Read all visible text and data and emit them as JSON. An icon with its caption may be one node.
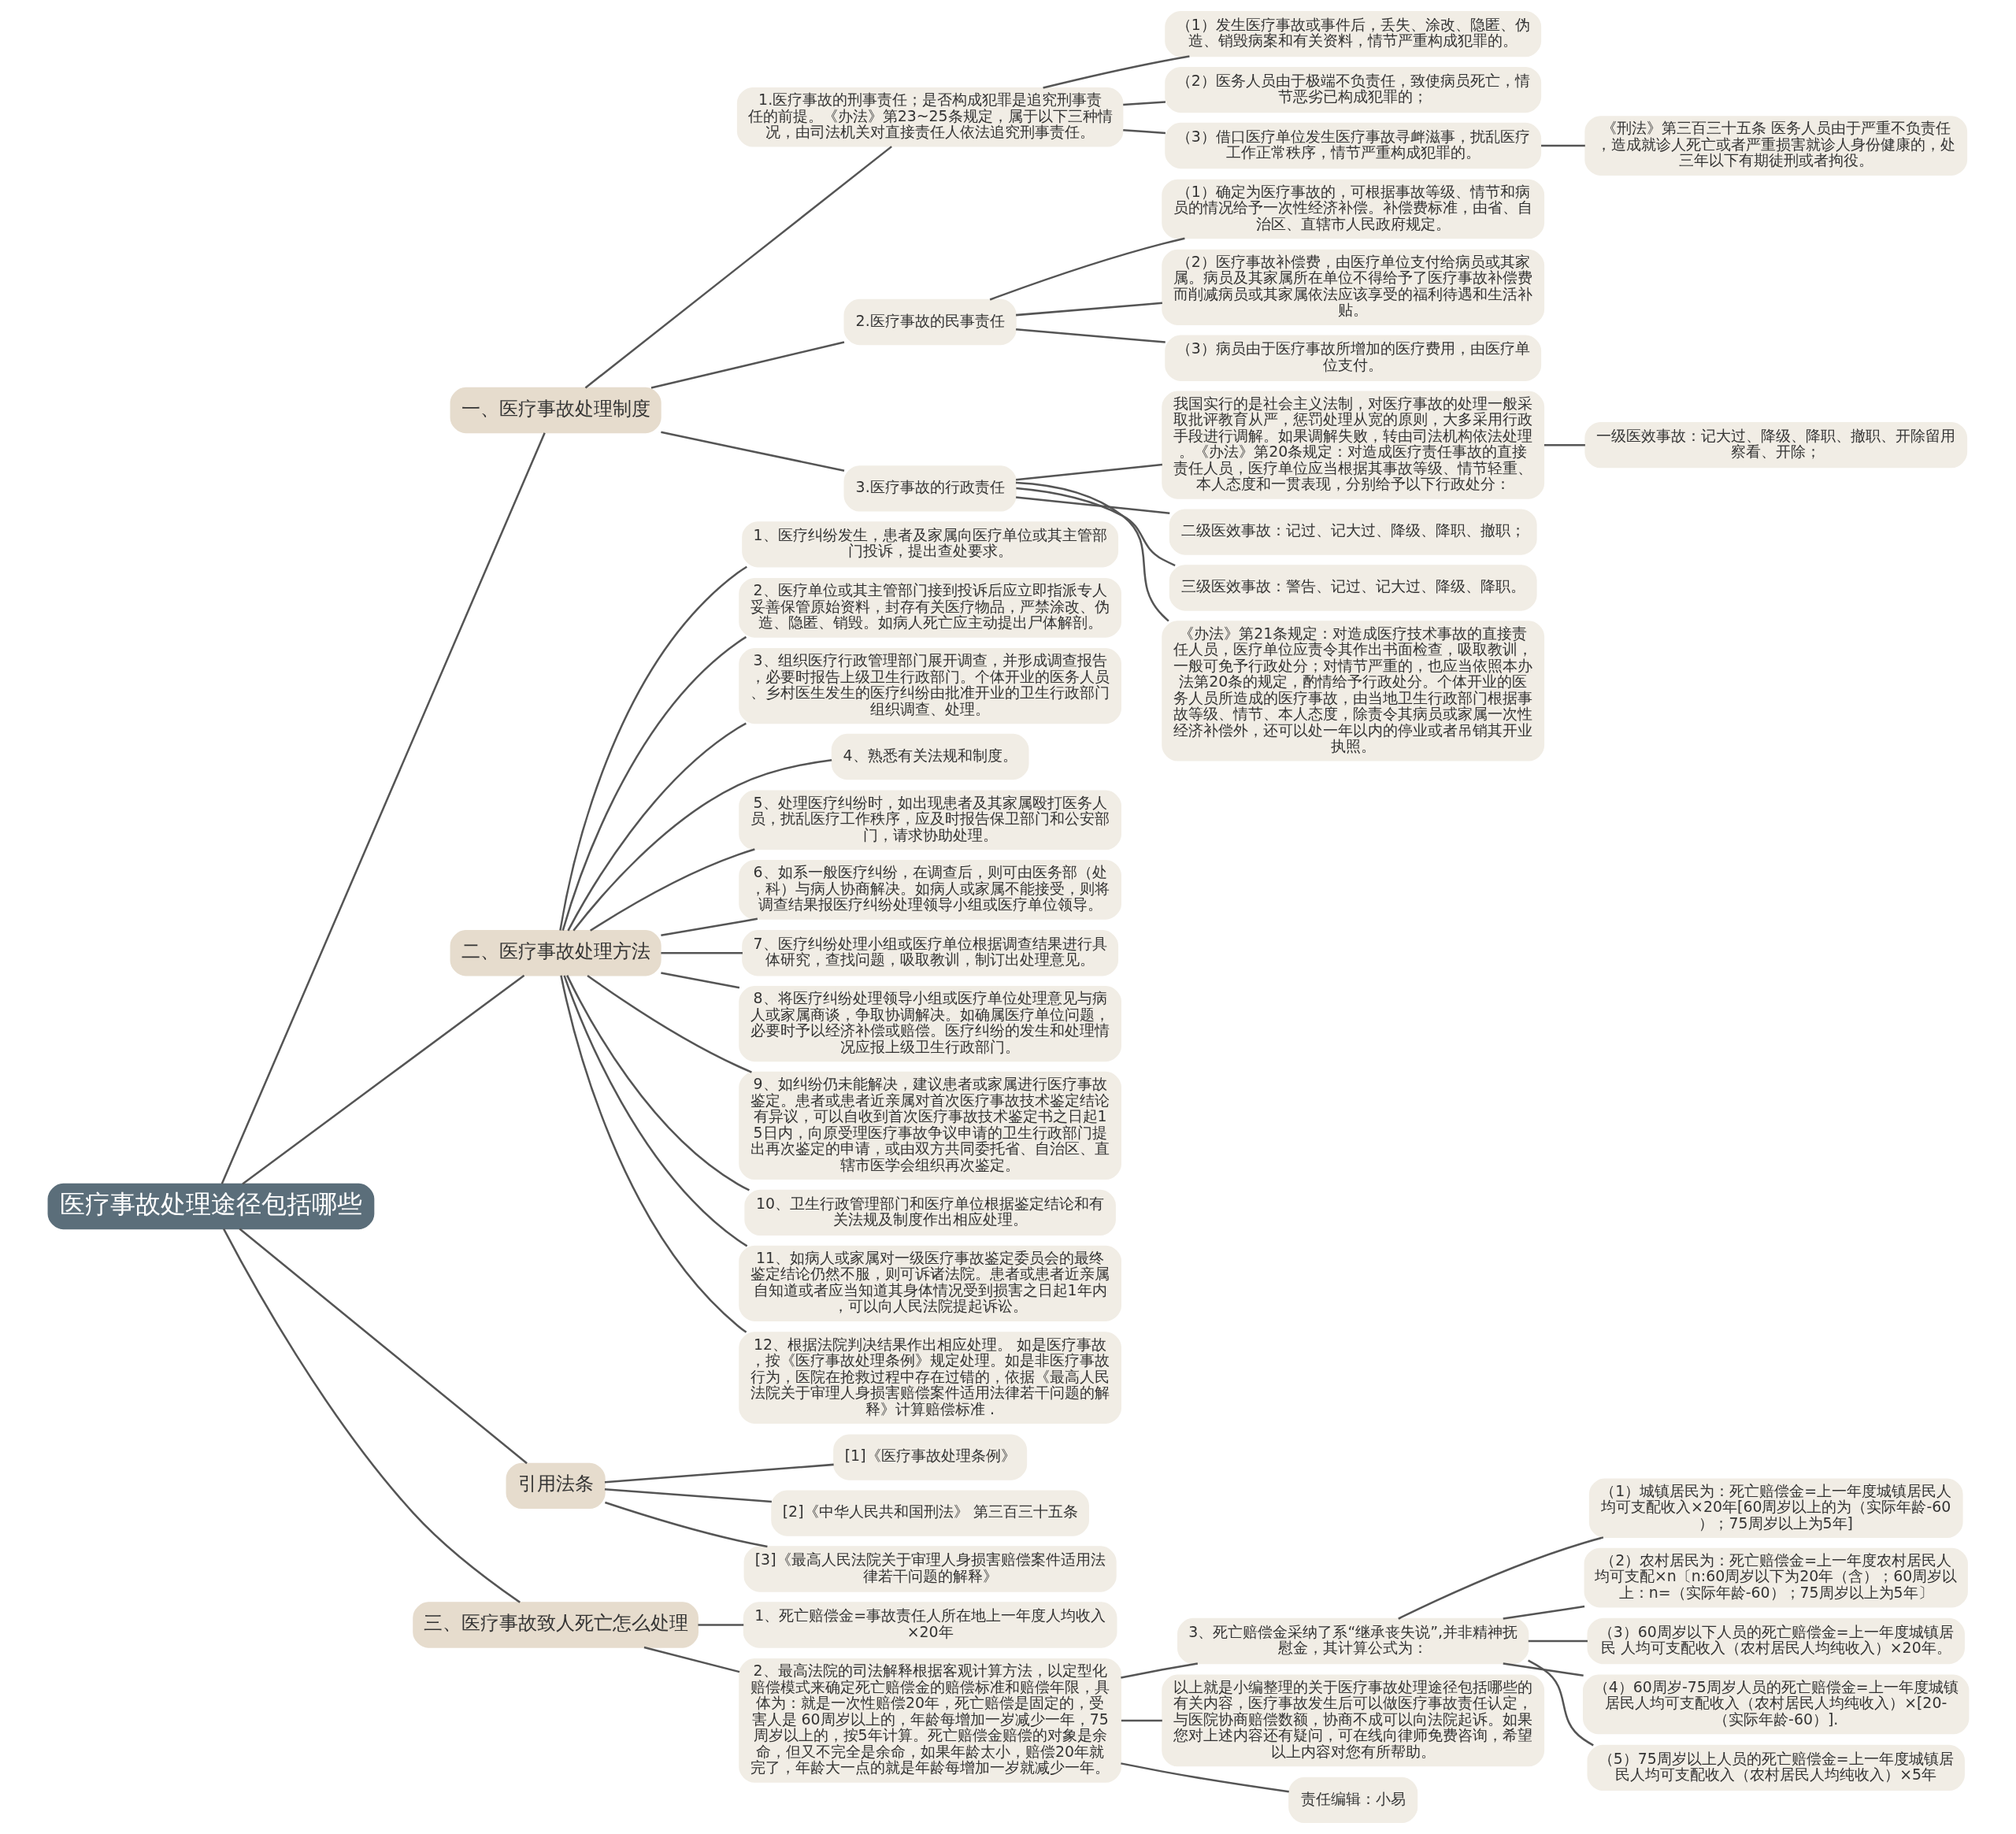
{
  "diagram": {
    "nodes": [
      {
        "text": [
          "医疗事故处理途径包括哪些"
        ]
      },
      {
        "text": [
          "一、医疗事故处理制度"
        ]
      },
      {
        "text": [
          "1.医疗事故的刑事责任；是否构成犯罪是追究刑事责任的前提。《办法》第23~25条规定，属于以下三种情况，由司法机关对直接责任人依法追究刑事责任。"
        ]
      },
      {
        "text": [
          "（1）发生医疗事故或事件后，丢失、涂改、隐匿、伪造、销毁病案和有关资料，情节严重构成犯罪的。"
        ]
      },
      {
        "text": [
          "（2）医务人员由于极端不负责任，致使病员死亡，情节恶劣已构成犯罪的；"
        ]
      },
      {
        "text": [
          "（3）借口医疗单位发生医疗事故寻衅滋事，扰乱医疗工作正常秩序，情节严重构成犯罪的。"
        ]
      },
      {
        "text": [
          "《刑法》第三百三十五条 医务人员由于严重不负责任，造成就诊人死亡或者严重损害就诊人身份健康的，处三年以下有期徒刑或者拘役。"
        ]
      },
      {
        "text": [
          "2.医疗事故的民事责任"
        ]
      },
      {
        "text": [
          "（1）确定为医疗事故的，可根据事故等级、情节和病员的情况给予一次性经济补偿。补偿费标准，由省、自治区、直辖市人民政府规定。"
        ]
      },
      {
        "text": [
          "（2）医疗事故补偿费，由医疗单位支付给病员或其家属。病员及其家属所在单位不得给予了医疗事故补偿费而削减病员或其家属依法应该享受的福利待遇和生活补贴。"
        ]
      },
      {
        "text": [
          "（3）病员由于医疗事故所增加的医疗费用，由医疗单位支付。"
        ]
      },
      {
        "text": [
          "3.医疗事故的行政责任"
        ]
      },
      {
        "text": [
          "我国实行的是社会主义法制，对医疗事故的处理一般采取批评教育从严，惩罚处理从宽的原则，大多采用行政手段进行调解。如果调解失败，转由司法机构依法处理。《办法》第20条规定：对造成医疗责任事故的直接责任人员，医疗单位应当根据其事故等级、情节轻重、本人态度和一贯表现，分别给予以下行政处分："
        ]
      },
      {
        "text": [
          "一级医效事故：记大过、降级、降职、撤职、开除留用察看、开除；"
        ]
      },
      {
        "text": [
          "二级医效事故：记过、记大过、降级、降职、撤职；"
        ]
      },
      {
        "text": [
          "三级医效事故：警告、记过、记大过、降级、降职。"
        ]
      },
      {
        "text": [
          "《办法》第21条规定：对造成医疗技术事故的直接责任人员，医疗单位应责令其作出书面检查，吸取教训，一般可免予行政处分；对情节严重的，也应当依照本办法第20条的规定，酌情给予行政处分。个体开业的医务人员所造成的医疗事故，由当地卫生行政部门根据事故等级、情节、本人态度，除责令其病员或家属一次性经济补偿外，还可以处一年以内的停业或者吊销其开业执照。"
        ]
      },
      {
        "text": [
          "二、医疗事故处理方法"
        ]
      },
      {
        "text": [
          "1、医疗纠纷发生，患者及家属向医疗单位或其主管部门投诉，提出查处要求。"
        ]
      },
      {
        "text": [
          "2、医疗单位或其主管部门接到投诉后应立即指派专人妥善保管原始资料，封存有关医疗物品，严禁涂改、伪造、隐匿、销毁。如病人死亡应主动提出尸体解剖。"
        ]
      },
      {
        "text": [
          "3、组织医疗行政管理部门展开调查，并形成调查报告，必要时报告上级卫生行政部门。个体开业的医务人员、乡村医生发生的医疗纠纷由批准开业的卫生行政部门组织调查、处理。"
        ]
      },
      {
        "text": [
          "4、熟悉有关法规和制度。"
        ]
      },
      {
        "text": [
          "5、处理医疗纠纷时，如出现患者及其家属殴打医务人员，扰乱医疗工作秩序，应及时报告保卫部门和公安部门，请求协助处理。"
        ]
      },
      {
        "text": [
          "6、如系一般医疗纠纷，在调查后，则可由医务部（处，科）与病人协商解决。如病人或家属不能接受，则将调查结果报医疗纠纷处理领导小组或医疗单位领导。"
        ]
      },
      {
        "text": [
          "7、医疗纠纷处理小组或医疗单位根据调查结果进行具体研究，查找问题，吸取教训，制订出处理意见。"
        ]
      },
      {
        "text": [
          "8、将医疗纠纷处理领导小组或医疗单位处理意见与病人或家属商谈，争取协调解决。如确属医疗单位问题，必要时予以经济补偿或赔偿。医疗纠纷的发生和处理情况应报上级卫生行政部门。"
        ]
      },
      {
        "text": [
          "9、如纠纷仍未能解决，建议患者或家属进行医疗事故鉴定。患者或患者近亲属对首次医疗事故技术鉴定结论有异议，可以自收到首次医疗事故技术鉴定书之日起15日内，向原受理医疗事故争议申请的卫生行政部门提出再次鉴定的申请，或由双方共同委托省、自治区、直辖市医学会组织再次鉴定。"
        ]
      },
      {
        "text": [
          "10、卫生行政管理部门和医疗单位根据鉴定结论和有关法规及制度作出相应处理。"
        ]
      },
      {
        "text": [
          "11、如病人或家属对一级医疗事故鉴定委员会的最终鉴定结论仍然不服，则可诉诸法院。患者或患者近亲属自知道或者应当知道其身体情况受到损害之日起1年内，可以向人民法院提起诉讼。"
        ]
      },
      {
        "text": [
          "12、根据法院判决结果作出相应处理。 如是医疗事故，按《医疗事故处理条例》规定处理。如是非医疗事故行为，医院在抢救过程中存在过错的，依据《最高人民法院关于审理人身损害赔偿案件适用法律若干问题的解释》计算赔偿标准 ."
        ]
      },
      {
        "text": [
          "引用法条"
        ]
      },
      {
        "text": [
          "[1]《医疗事故处理条例》"
        ]
      },
      {
        "text": [
          "[2]《中华人民共和国刑法》 第三百三十五条"
        ]
      },
      {
        "text": [
          "[3]《最高人民法院关于审理人身损害赔偿案件适用法律若干问题的解释》"
        ]
      },
      {
        "text": [
          "三、医疗事故致人死亡怎么处理"
        ]
      },
      {
        "text": [
          "1、死亡赔偿金=事故责任人所在地上一年度人均收入×20年"
        ]
      },
      {
        "text": [
          "2、最高法院的司法解释根据客观计算方法，以定型化赔偿模式来确定死亡赔偿金的赔偿标准和赔偿年限，具体为：就是一次性赔偿20年，死亡赔偿是固定的，受害人是 60周岁以上的，年龄每增加一岁减少一年，75周岁以上的，按5年计算。死亡赔偿金赔偿的对象是余命，但又不完全是余命，如果年龄太小，赔偿20年就完了，年龄大一点的就是年龄每增加一岁就减少一年。"
        ]
      },
      {
        "text": [
          "3、死亡赔偿金采纳了系“继承丧失说”,并非精神抚慰金，其计算公式为："
        ]
      },
      {
        "text": [
          "（1）城镇居民为：死亡赔偿金=上一年度城镇居民人均可支配收入×20年[60周岁以上的为（实际年龄-60）；75周岁以上为5年]"
        ]
      },
      {
        "text": [
          "（2）农村居民为：死亡赔偿金=上一年度农村居民人均可支配×n〔n:60周岁以下为20年（含）；60周岁以上：n=（实际年龄-60）；75周岁以上为5年〕"
        ]
      },
      {
        "text": [
          "（3）60周岁以下人员的死亡赔偿金=上一年度城镇居民 人均可支配收入（农村居民人均纯收入）×20年。"
        ]
      },
      {
        "text": [
          "（4）60周岁-75周岁人员的死亡赔偿金=上一年度城镇居民人均可支配收入（农村居民人均纯收入）×[20-（实际年龄-60）]."
        ]
      },
      {
        "text": [
          "（5）75周岁以上人员的死亡赔偿金=上一年度城镇居民人均可支配收入（农村居民人均纯收入）×5年"
        ]
      },
      {
        "text": [
          "以上就是小编整理的关于医疗事故处理途径包括哪些的有关内容，医疗事故发生后可以做医疗事故责任认定，与医院协商赔偿数额，协商不成可以向法院起诉。如果您对上述内容还有疑问，可在线向律师免费咨询，希望以上内容对您有所帮助。"
        ]
      },
      {
        "text": [
          "责任编辑：小易"
        ]
      }
    ],
    "edges": [
      {
        "from": 0,
        "to": 1,
        "arrow": "none"
      },
      {
        "from": 1,
        "to": 2,
        "arrow": "none"
      },
      {
        "from": 2,
        "to": 3,
        "arrow": "none"
      },
      {
        "from": 2,
        "to": 4,
        "arrow": "none"
      },
      {
        "from": 2,
        "to": 5,
        "arrow": "none"
      },
      {
        "from": 5,
        "to": 6,
        "arrow": "none"
      },
      {
        "from": 1,
        "to": 7,
        "arrow": "none"
      },
      {
        "from": 7,
        "to": 8,
        "arrow": "none"
      },
      {
        "from": 7,
        "to": 9,
        "arrow": "none"
      },
      {
        "from": 7,
        "to": 10,
        "arrow": "none"
      },
      {
        "from": 1,
        "to": 11,
        "arrow": "none"
      },
      {
        "from": 11,
        "to": 12,
        "arrow": "none"
      },
      {
        "from": 12,
        "to": 13,
        "arrow": "none"
      },
      {
        "from": 11,
        "to": 14,
        "arrow": "none"
      },
      {
        "from": 11,
        "to": 15,
        "arrow": "none"
      },
      {
        "from": 11,
        "to": 16,
        "arrow": "none"
      },
      {
        "from": 0,
        "to": 17,
        "arrow": "none"
      },
      {
        "from": 17,
        "to": 18,
        "arrow": "none"
      },
      {
        "from": 17,
        "to": 19,
        "arrow": "none"
      },
      {
        "from": 17,
        "to": 20,
        "arrow": "none"
      },
      {
        "from": 17,
        "to": 21,
        "arrow": "none"
      },
      {
        "from": 17,
        "to": 22,
        "arrow": "none"
      },
      {
        "from": 17,
        "to": 23,
        "arrow": "none"
      },
      {
        "from": 17,
        "to": 24,
        "arrow": "none"
      },
      {
        "from": 17,
        "to": 25,
        "arrow": "none"
      },
      {
        "from": 17,
        "to": 26,
        "arrow": "none"
      },
      {
        "from": 17,
        "to": 27,
        "arrow": "none"
      },
      {
        "from": 17,
        "to": 28,
        "arrow": "none"
      },
      {
        "from": 17,
        "to": 29,
        "arrow": "none"
      },
      {
        "from": 0,
        "to": 30,
        "arrow": "none"
      },
      {
        "from": 30,
        "to": 31,
        "arrow": "none"
      },
      {
        "from": 30,
        "to": 32,
        "arrow": "none"
      },
      {
        "from": 30,
        "to": 33,
        "arrow": "none"
      },
      {
        "from": 0,
        "to": 34,
        "arrow": "none"
      },
      {
        "from": 34,
        "to": 35,
        "arrow": "none"
      },
      {
        "from": 34,
        "to": 36,
        "arrow": "none"
      },
      {
        "from": 36,
        "to": 37,
        "arrow": "none"
      },
      {
        "from": 37,
        "to": 38,
        "arrow": "none"
      },
      {
        "from": 37,
        "to": 39,
        "arrow": "none"
      },
      {
        "from": 37,
        "to": 40,
        "arrow": "none"
      },
      {
        "from": 37,
        "to": 41,
        "arrow": "none"
      },
      {
        "from": 37,
        "to": 42,
        "arrow": "none"
      },
      {
        "from": 36,
        "to": 43,
        "arrow": "none"
      },
      {
        "from": 36,
        "to": 44,
        "arrow": "none"
      }
    ]
  }
}
